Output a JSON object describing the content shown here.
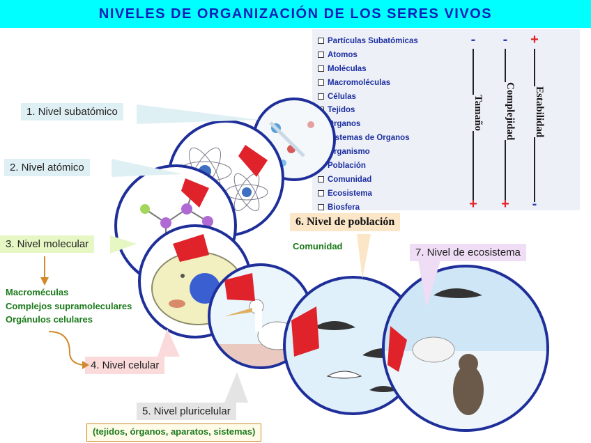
{
  "title": "NIVELES DE ORGANIZACIÓN DE LOS SERES VIVOS",
  "hierarchy": {
    "items": [
      "Partículas Subatómicas",
      "Atomos",
      "Moléculas",
      "Macromoléculas",
      "Células",
      "Tejidos",
      "Organos",
      "Sistemas de Organos",
      "Organismo",
      "Población",
      "Comunidad",
      "Ecosistema",
      "Biosfera"
    ],
    "axes": [
      {
        "label": "Tamaño",
        "top_sign": "-",
        "bottom_sign": "+"
      },
      {
        "label": "Complejidad",
        "top_sign": "-",
        "bottom_sign": "+"
      },
      {
        "label": "Estabilidad",
        "top_sign": "+",
        "bottom_sign": "-"
      }
    ],
    "colors": {
      "minus": "#2b3fb5",
      "plus": "#e0222b"
    }
  },
  "levels": [
    "1. Nivel subatómico",
    "2. Nivel atómico",
    "3. Nivel molecular",
    "4. Nivel celular",
    "5. Nivel pluricelular",
    "6. Nivel de población",
    "7. Nivel de ecosistema"
  ],
  "annotations": {
    "community": "Comunidad",
    "molecular": [
      "Macroméculas",
      "Complejos supramoleculares",
      "Orgánulos celulares"
    ],
    "pluricellular": "(tejidos, órganos, aparatos, sistemas)"
  }
}
